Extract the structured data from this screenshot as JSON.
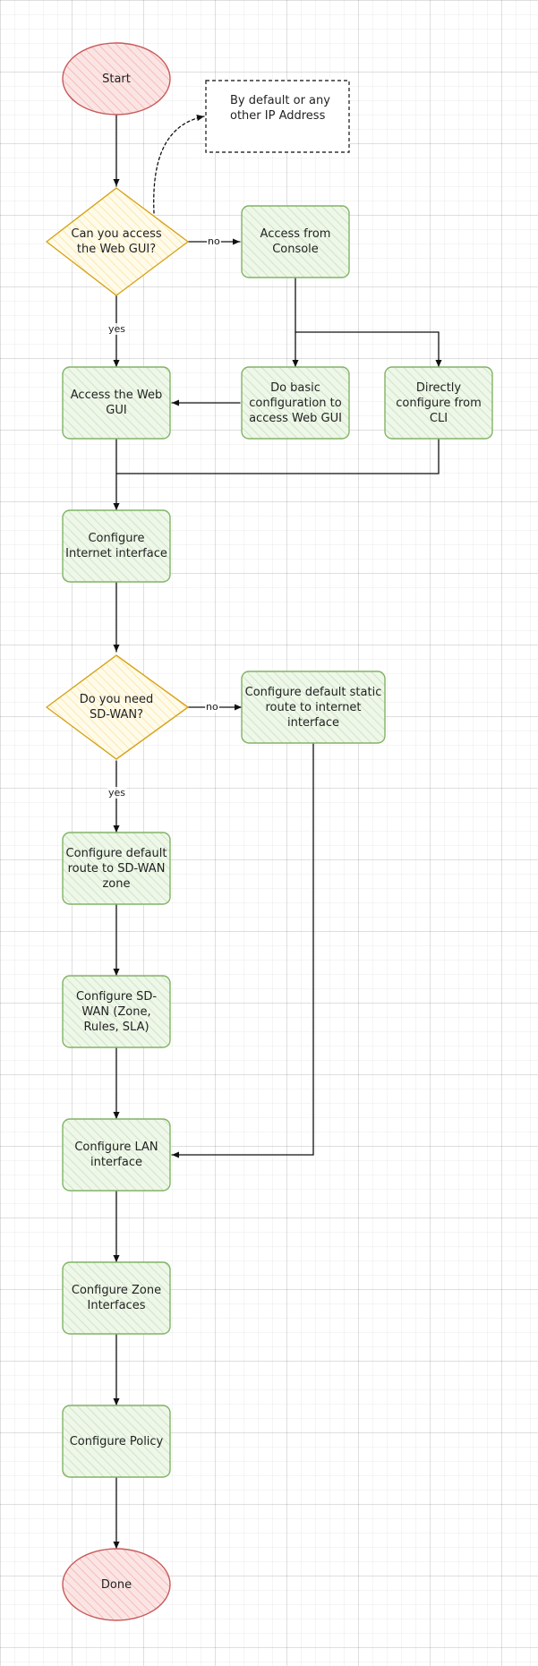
{
  "colors": {
    "process_fill": "#e9f4e3",
    "process_stroke": "#82b366",
    "decision_fill": "#fff7dd",
    "decision_stroke": "#d6a31a",
    "terminal_fill": "#f8d7d6",
    "terminal_stroke": "#c85a5a",
    "note_stroke": "#333333",
    "edge": "#111111"
  },
  "nodes": {
    "start": "Start",
    "note": "By default or any other IP Address",
    "access_web_q": "Can you access the Web GUI?",
    "access_console": "Access from Console",
    "access_web": "Access the Web GUI",
    "basic_config": "Do basic configuration to access Web GUI",
    "direct_cli": "Directly configure from CLI",
    "config_internet": "Configure Internet interface",
    "sdwan_q": "Do you need SD-WAN?",
    "static_route": "Configure default static route to internet interface",
    "default_route_sdwan": "Configure default route to SD-WAN zone",
    "config_sdwan": "Configure SD-WAN (Zone, Rules, SLA)",
    "config_lan": "Configure LAN interface",
    "config_zone": "Configure Zone Interfaces",
    "config_policy": "Configure Policy",
    "done": "Done"
  },
  "edge_labels": {
    "no_1": "no",
    "yes_1": "yes",
    "no_2": "no",
    "yes_2": "yes"
  }
}
